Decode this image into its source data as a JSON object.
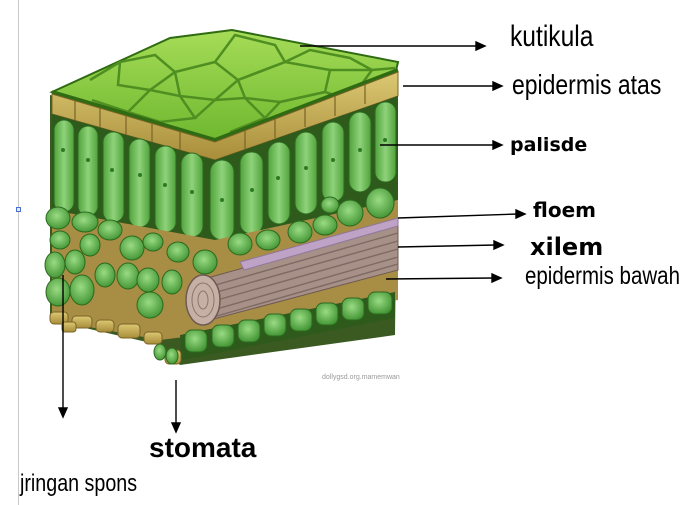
{
  "labels": {
    "kutikula": "kutikula",
    "epidermis_atas": "epidermis atas",
    "palisade": "palisde",
    "floem": "floem",
    "xilem": "xilem",
    "epidermis_bawah": "epidermis bawah",
    "stomata": "stomata",
    "jaringan_spons": "jringan spons"
  },
  "colors": {
    "cuticle": "#8ccc3c",
    "cuticle_edge": "#2f6b12",
    "epidermis": "#c9b25c",
    "palisade_cell": "#6dbb52",
    "spongy_cell": "#72c058",
    "air_space": "#a88d45",
    "xylem": "#a79088",
    "phloem": "#bfa3c6"
  },
  "watermark": "dollygsd.org.mamemwan"
}
